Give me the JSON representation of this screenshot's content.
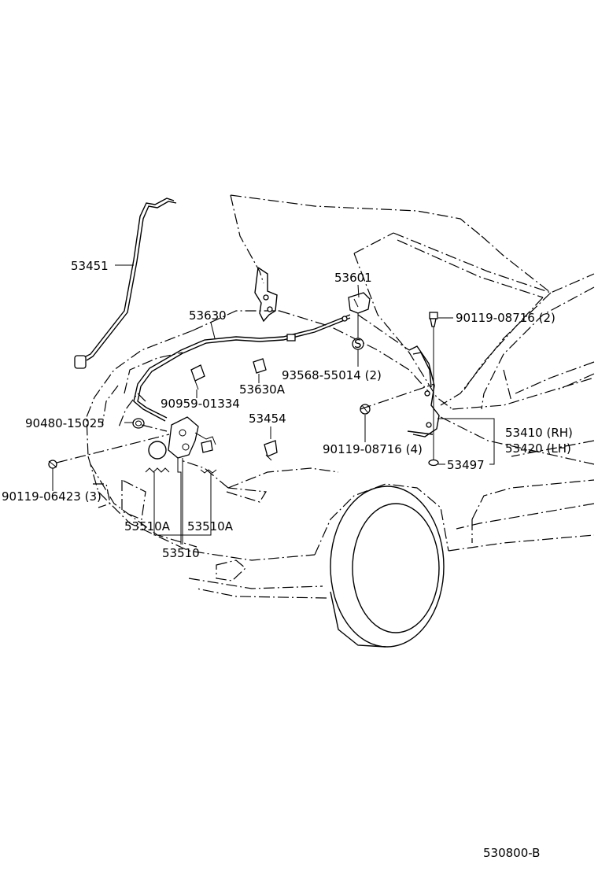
{
  "labels": {
    "p53451": "53451",
    "p53630": "53630",
    "p53601": "53601",
    "p90119_08716_2": "90119-08716 (2)",
    "p93568_55014": "93568-55014 (2)",
    "p90959_01334": "90959-01334",
    "p53630a": "53630A",
    "p53454": "53454",
    "p90480_15025": "90480-15025",
    "p90119_08716_4": "90119-08716 (4)",
    "p53410": "53410 (RH)",
    "p53420": "53420 (LH)",
    "p53497": "53497",
    "p90119_06423": "90119-06423 (3)",
    "p53510a_left": "53510A",
    "p53510a_right": "53510A",
    "p53510": "53510",
    "diagram_code": "530800-B",
    "s_mark": "S"
  }
}
